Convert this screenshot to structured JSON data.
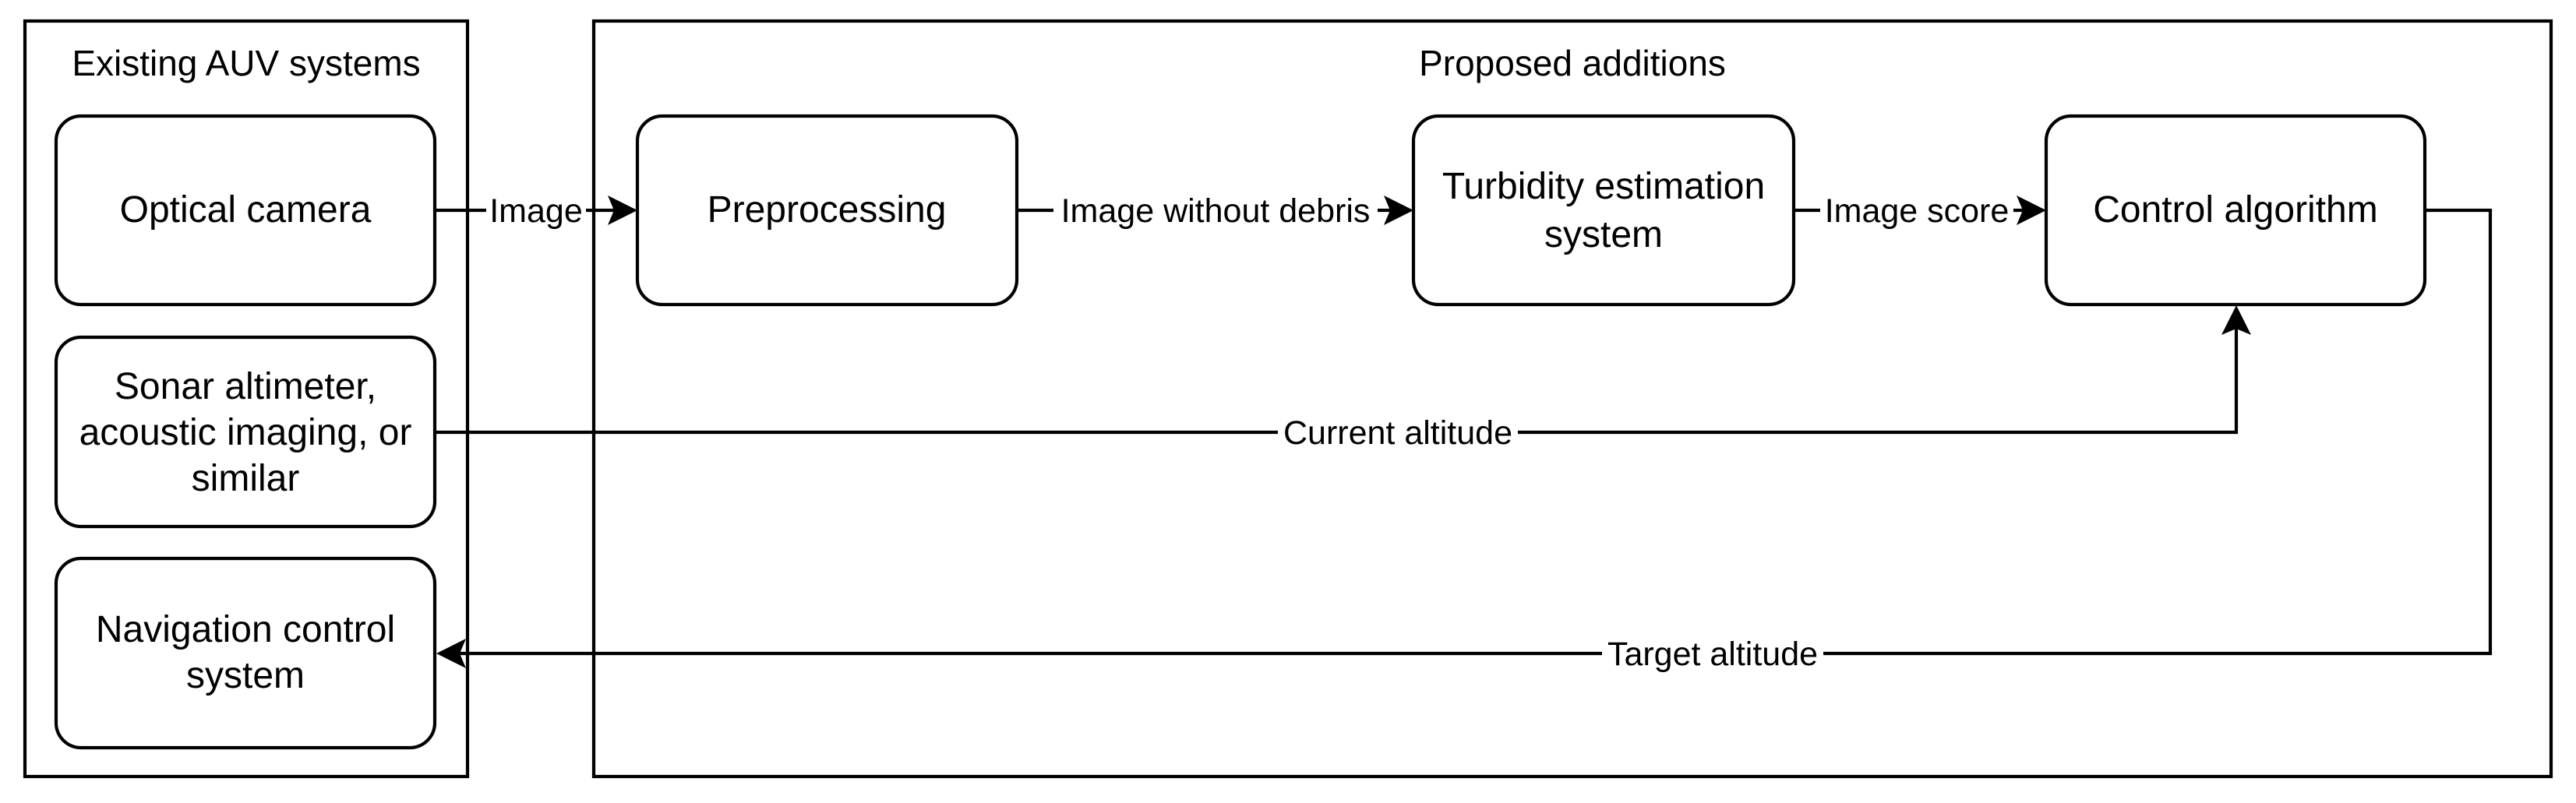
{
  "groups": {
    "existing": {
      "title": "Existing AUV systems"
    },
    "proposed": {
      "title": "Proposed additions"
    }
  },
  "nodes": {
    "optical_camera": [
      "Optical camera"
    ],
    "sonar": [
      "Sonar altimeter,",
      "acoustic imaging, or",
      "similar"
    ],
    "navigation": [
      "Navigation control",
      "system"
    ],
    "preprocessing": [
      "Preprocessing"
    ],
    "turbidity": [
      "Turbidity estimation",
      "system"
    ],
    "control": [
      "Control algorithm"
    ]
  },
  "edges": {
    "image": "Image",
    "image_without_debris": "Image without debris",
    "image_score": "Image score",
    "current_altitude": "Current altitude",
    "target_altitude": "Target altitude"
  }
}
